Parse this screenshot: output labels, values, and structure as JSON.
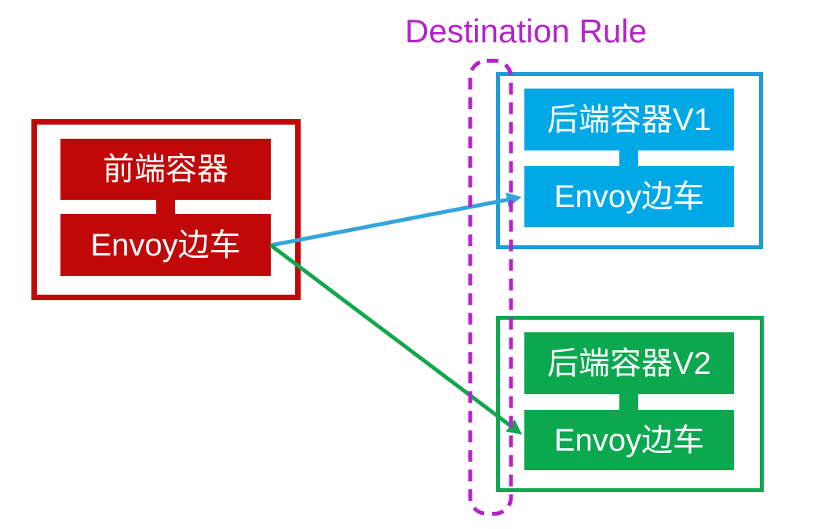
{
  "title": {
    "label": "Destination Rule"
  },
  "colors": {
    "magenta": "#B424C9",
    "red": "#C00808",
    "blue_border": "#1C9CD9",
    "blue_fill": "#00A8E6",
    "green_border": "#0CA74E",
    "green_fill": "#0BA850",
    "arrow_blue": "#32A5DB",
    "arrow_green": "#12A74F",
    "label": "#FFFFFF"
  },
  "pods": {
    "frontend": {
      "app": "前端容器",
      "sidecar": "Envoy边车"
    },
    "backend_v1": {
      "app": "后端容器V1",
      "sidecar": "Envoy边车"
    },
    "backend_v2": {
      "app": "后端容器V2",
      "sidecar": "Envoy边车"
    }
  }
}
